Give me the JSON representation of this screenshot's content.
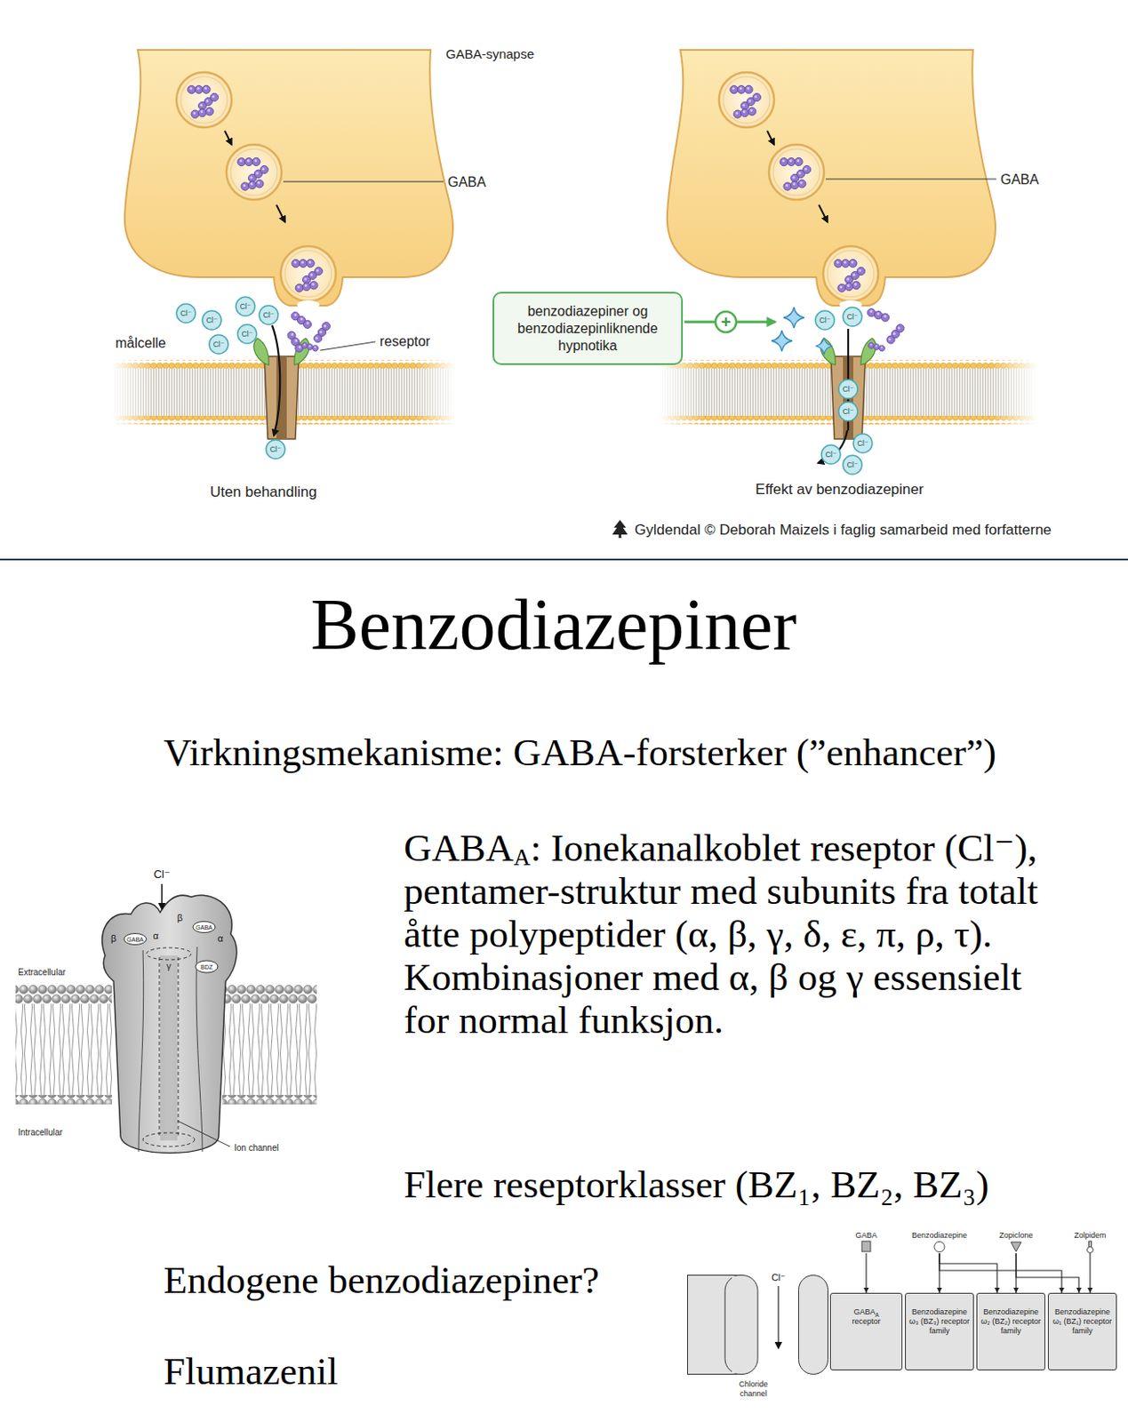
{
  "diagram": {
    "title": "Benzodiazepiner",
    "nodes": [
      {
        "text": [
          "benzodiazepiner og benzodiazepinliknende hypnotika"
        ]
      },
      {
        "text": [
          "GABA"
        ]
      },
      {
        "text": [
          "Benzodiazepine"
        ]
      },
      {
        "text": [
          "Zopiclone"
        ]
      },
      {
        "text": [
          "Zolpidem"
        ]
      },
      {
        "text": [
          "Chloride channel"
        ]
      },
      {
        "text": [
          "GABA",
          "A",
          "receptor"
        ]
      },
      {
        "text": [
          "Benzodiazepine ω₃ (BZ₃) receptor family"
        ]
      },
      {
        "text": [
          "Benzodiazepine ω₂ (BZ₂) receptor family"
        ]
      },
      {
        "text": [
          "Benzodiazepine ω₁ (BZ₁) receptor family"
        ]
      }
    ],
    "edges": [
      {
        "from": 1,
        "to": 6,
        "arrow": "to"
      },
      {
        "from": 2,
        "to": 7,
        "arrow": "to"
      },
      {
        "from": 2,
        "to": 8,
        "arrow": "to"
      },
      {
        "from": 2,
        "to": 9,
        "arrow": "to"
      },
      {
        "from": 3,
        "to": 8,
        "arrow": "to"
      },
      {
        "from": 3,
        "to": 9,
        "arrow": "to"
      },
      {
        "from": 4,
        "to": 9,
        "arrow": "to"
      }
    ],
    "labels": [
      "GABA-synapse",
      "GABA",
      "GABA",
      "målcelle",
      "reseptor",
      "Uten behandling",
      "Effekt av benzodiazepiner",
      "+",
      "Gyldendal © Deborah Maizels i faglig samarbeid med forfatterne",
      "Cl⁻",
      "Cl⁻",
      "Cl⁻",
      "Cl⁻",
      "Cl⁻",
      "Cl⁻",
      "Cl⁻",
      "Cl⁻",
      "Cl⁻",
      "Cl⁻",
      "Cl⁻",
      "Cl⁻",
      "Cl⁻",
      "Cl⁻",
      "Virkningsmekanisme: GABA-forsterker (”enhancer”)",
      "GABA",
      "A",
      ": Ionekanalkoblet reseptor (Cl⁻), pentamer-struktur med subunits fra totalt åtte polypeptider (α, β, γ, δ, ε, π, ρ, τ). Kombinasjoner med α, β og γ essensielt for normal funksjon.",
      "Flere reseptorklasser (BZ₁, BZ₂, BZ₃)",
      "Endogene benzodiazepiner?",
      "Flumazenil",
      "Cl⁻",
      "β",
      "GABA",
      "α",
      "β",
      "GABA",
      "α",
      "BDZ",
      "γ",
      "Extracellular",
      "Intracellular",
      "Ion channel",
      "Cl⁻"
    ]
  }
}
